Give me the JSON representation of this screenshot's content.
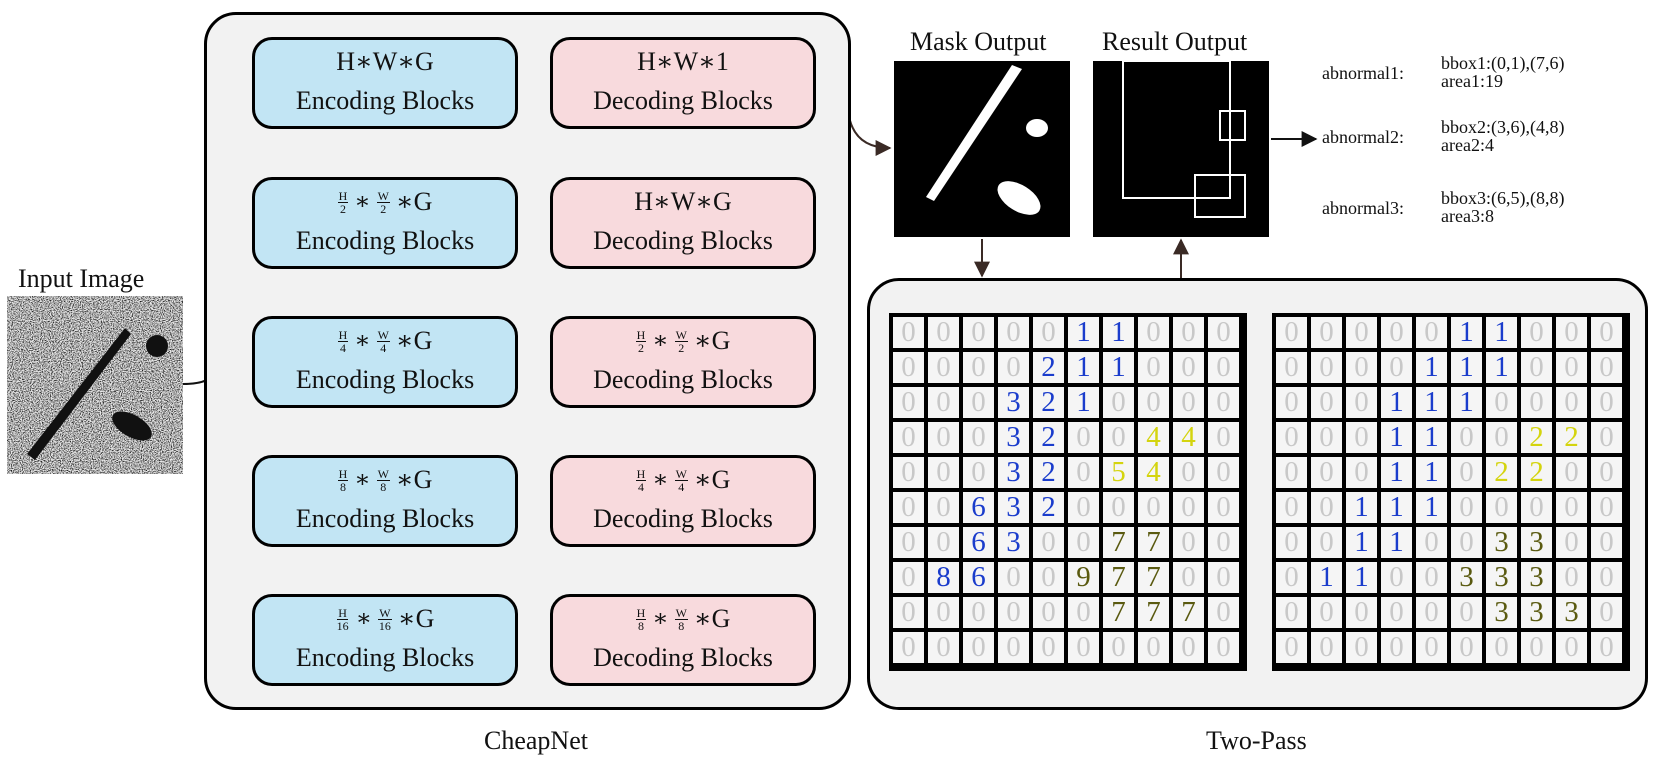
{
  "input_image": {
    "label": "Input Image"
  },
  "cheapnet": {
    "caption": "CheapNet",
    "encoders": [
      {
        "dim": "H∗W∗G",
        "name": "Encoding Blocks"
      },
      {
        "frac": "2",
        "tail": "∗G",
        "name": "Encoding Blocks"
      },
      {
        "frac": "4",
        "tail": "∗G",
        "name": "Encoding Blocks"
      },
      {
        "frac": "8",
        "tail": "∗G",
        "name": "Encoding Blocks"
      },
      {
        "frac": "16",
        "tail": "∗G",
        "name": "Encoding Blocks"
      }
    ],
    "decoders": [
      {
        "dim": "H∗W∗1",
        "name": "Decoding Blocks"
      },
      {
        "dim": "H∗W∗G",
        "name": "Decoding Blocks"
      },
      {
        "frac": "2",
        "tail": "∗G",
        "name": "Decoding Blocks"
      },
      {
        "frac": "4",
        "tail": "∗G",
        "name": "Decoding Blocks"
      },
      {
        "frac": "8",
        "tail": "∗G",
        "name": "Decoding Blocks"
      }
    ],
    "frac_h": "H",
    "frac_w": "W",
    "op": "∗"
  },
  "mask_output": {
    "label": "Mask Output"
  },
  "result_output": {
    "label": "Result Output"
  },
  "abnormals": [
    {
      "name": "abnormal1:",
      "bbox": "bbox1:(0,1),(7,6)",
      "area": "area1:19"
    },
    {
      "name": "abnormal2:",
      "bbox": "bbox2:(3,6),(4,8)",
      "area": "area2:4"
    },
    {
      "name": "abnormal3:",
      "bbox": "bbox3:(6,5),(8,8)",
      "area": "area3:8"
    }
  ],
  "two_pass": {
    "caption": "Two-Pass",
    "colors": {
      "0": "#c8c8c8",
      "blue": "#1a3ccc",
      "yellow": "#d4d40e",
      "olive": "#5a5a10"
    },
    "first_pass": [
      [
        0,
        0,
        0,
        0,
        0,
        1,
        1,
        0,
        0,
        0
      ],
      [
        0,
        0,
        0,
        0,
        2,
        1,
        1,
        0,
        0,
        0
      ],
      [
        0,
        0,
        0,
        3,
        2,
        1,
        0,
        0,
        0,
        0
      ],
      [
        0,
        0,
        0,
        3,
        2,
        0,
        0,
        4,
        4,
        0
      ],
      [
        0,
        0,
        0,
        3,
        2,
        0,
        5,
        4,
        0,
        0
      ],
      [
        0,
        0,
        6,
        3,
        2,
        0,
        0,
        0,
        0,
        0
      ],
      [
        0,
        0,
        6,
        3,
        0,
        0,
        7,
        7,
        0,
        0
      ],
      [
        0,
        8,
        6,
        0,
        0,
        9,
        7,
        7,
        0,
        0
      ],
      [
        0,
        0,
        0,
        0,
        0,
        0,
        7,
        7,
        7,
        0
      ],
      [
        0,
        0,
        0,
        0,
        0,
        0,
        0,
        0,
        0,
        0
      ]
    ],
    "first_pass_color": [
      [
        "z",
        "z",
        "z",
        "z",
        "z",
        "b",
        "b",
        "z",
        "z",
        "z"
      ],
      [
        "z",
        "z",
        "z",
        "z",
        "b",
        "b",
        "b",
        "z",
        "z",
        "z"
      ],
      [
        "z",
        "z",
        "z",
        "b",
        "b",
        "b",
        "z",
        "z",
        "z",
        "z"
      ],
      [
        "z",
        "z",
        "z",
        "b",
        "b",
        "z",
        "z",
        "y",
        "y",
        "z"
      ],
      [
        "z",
        "z",
        "z",
        "b",
        "b",
        "z",
        "y",
        "y",
        "z",
        "z"
      ],
      [
        "z",
        "z",
        "b",
        "b",
        "b",
        "z",
        "z",
        "z",
        "z",
        "z"
      ],
      [
        "z",
        "z",
        "b",
        "b",
        "z",
        "z",
        "o",
        "o",
        "z",
        "z"
      ],
      [
        "z",
        "b",
        "b",
        "z",
        "z",
        "o",
        "o",
        "o",
        "z",
        "z"
      ],
      [
        "z",
        "z",
        "z",
        "z",
        "z",
        "z",
        "o",
        "o",
        "o",
        "z"
      ],
      [
        "z",
        "z",
        "z",
        "z",
        "z",
        "z",
        "z",
        "z",
        "z",
        "z"
      ]
    ],
    "second_pass": [
      [
        0,
        0,
        0,
        0,
        0,
        1,
        1,
        0,
        0,
        0
      ],
      [
        0,
        0,
        0,
        0,
        1,
        1,
        1,
        0,
        0,
        0
      ],
      [
        0,
        0,
        0,
        1,
        1,
        1,
        0,
        0,
        0,
        0
      ],
      [
        0,
        0,
        0,
        1,
        1,
        0,
        0,
        2,
        2,
        0
      ],
      [
        0,
        0,
        0,
        1,
        1,
        0,
        2,
        2,
        0,
        0
      ],
      [
        0,
        0,
        1,
        1,
        1,
        0,
        0,
        0,
        0,
        0
      ],
      [
        0,
        0,
        1,
        1,
        0,
        0,
        3,
        3,
        0,
        0
      ],
      [
        0,
        1,
        1,
        0,
        0,
        3,
        3,
        3,
        0,
        0
      ],
      [
        0,
        0,
        0,
        0,
        0,
        0,
        3,
        3,
        3,
        0
      ],
      [
        0,
        0,
        0,
        0,
        0,
        0,
        0,
        0,
        0,
        0
      ]
    ]
  }
}
